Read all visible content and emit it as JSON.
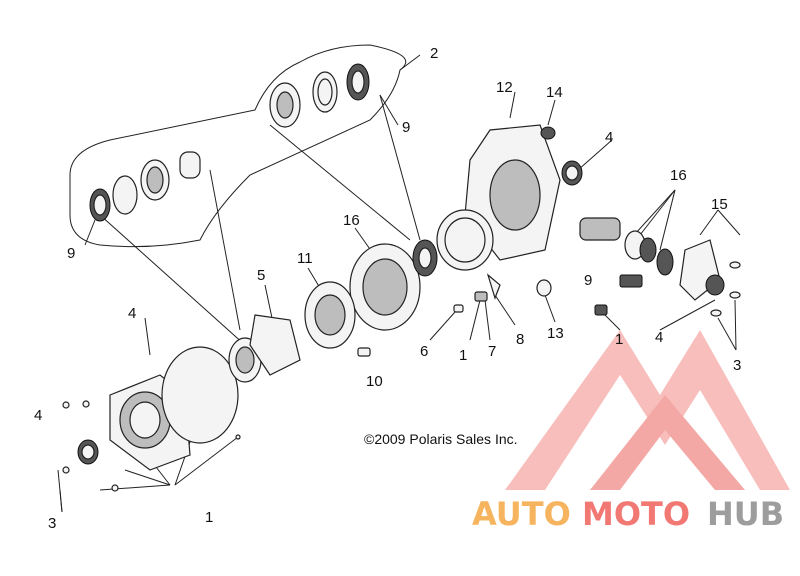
{
  "callouts": {
    "c2": "2",
    "c9a": "9",
    "c9b": "9",
    "c9c": "9",
    "c12": "12",
    "c14": "14",
    "c4a": "4",
    "c4b": "4",
    "c4c": "4",
    "c4d": "4",
    "c16a": "16",
    "c16b": "16",
    "c15": "15",
    "c11": "11",
    "c5": "5",
    "c6": "6",
    "c1a": "1",
    "c1b": "1",
    "c1c": "1",
    "c7": "7",
    "c8": "8",
    "c13": "13",
    "c10": "10",
    "c3a": "3",
    "c3b": "3"
  },
  "copyright": "©2009 Polaris Sales Inc.",
  "watermark": {
    "part1": "AUTO",
    "part2": "MOTO",
    "part3": "HUB",
    "color_orange": "#f5a742",
    "color_red": "#f0615c",
    "color_gray": "#8c8c8c"
  }
}
